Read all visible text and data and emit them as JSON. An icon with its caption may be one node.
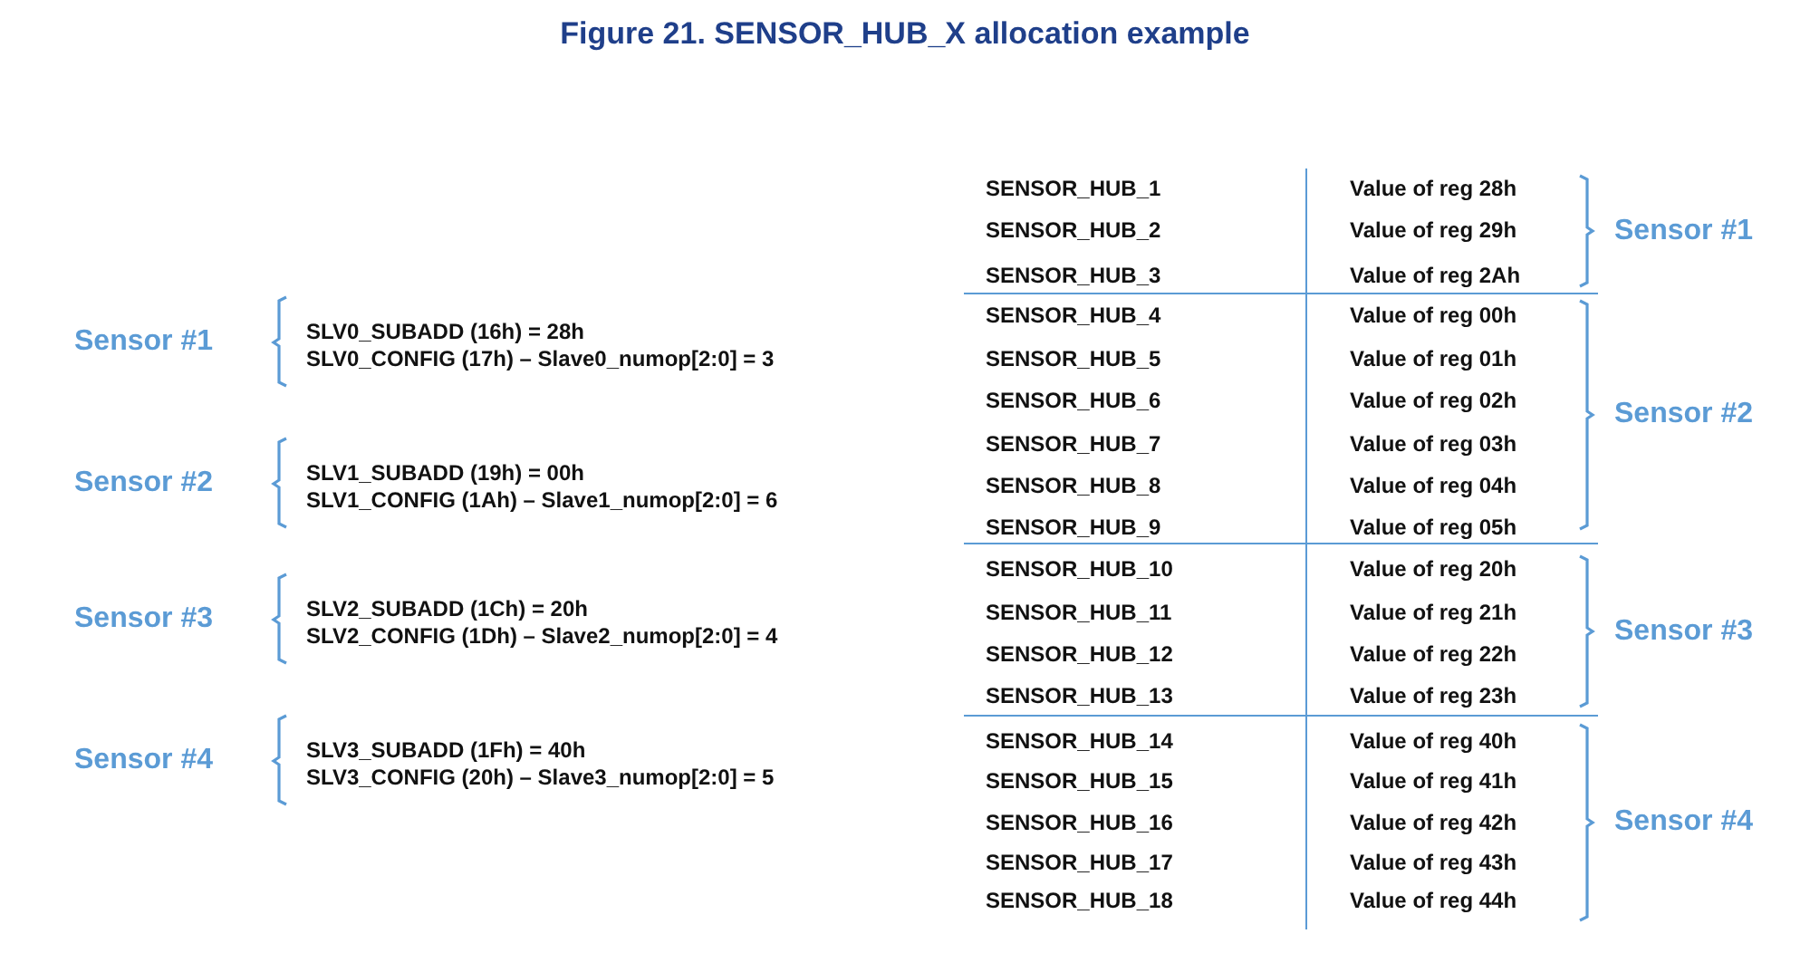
{
  "diagram": {
    "title": "Figure 21. SENSOR_HUB_X allocation example",
    "labels": [
      "Sensor #1",
      "SLV0_SUBADD (16h) = 28h",
      "SLV0_CONFIG (17h) – Slave0_numop[2:0] = 3",
      "Sensor #2",
      "SLV1_SUBADD (19h) = 00h",
      "SLV1_CONFIG (1Ah) – Slave1_numop[2:0] = 6",
      "Sensor #3",
      "SLV2_SUBADD (1Ch) = 20h",
      "SLV2_CONFIG (1Dh) – Slave2_numop[2:0] = 4",
      "Sensor #4",
      "SLV3_SUBADD (1Fh) = 40h",
      "SLV3_CONFIG (20h) – Slave3_numop[2:0] = 5",
      "SENSOR_HUB_1",
      "Value of reg 28h",
      "SENSOR_HUB_2",
      "Value of reg 29h",
      "SENSOR_HUB_3",
      "Value of reg 2Ah",
      "SENSOR_HUB_4",
      "Value of reg 00h",
      "SENSOR_HUB_5",
      "Value of reg 01h",
      "SENSOR_HUB_6",
      "Value of reg 02h",
      "SENSOR_HUB_7",
      "Value of reg 03h",
      "SENSOR_HUB_8",
      "Value of reg 04h",
      "SENSOR_HUB_9",
      "Value of reg 05h",
      "SENSOR_HUB_10",
      "Value of reg 20h",
      "SENSOR_HUB_11",
      "Value of reg 21h",
      "SENSOR_HUB_12",
      "Value of reg 22h",
      "SENSOR_HUB_13",
      "Value of reg 23h",
      "SENSOR_HUB_14",
      "Value of reg 40h",
      "SENSOR_HUB_15",
      "Value of reg 41h",
      "SENSOR_HUB_16",
      "Value of reg 42h",
      "SENSOR_HUB_17",
      "Value of reg 43h",
      "SENSOR_HUB_18",
      "Value of reg 44h",
      "Sensor #1",
      "Sensor #2",
      "Sensor #3",
      "Sensor #4"
    ]
  }
}
